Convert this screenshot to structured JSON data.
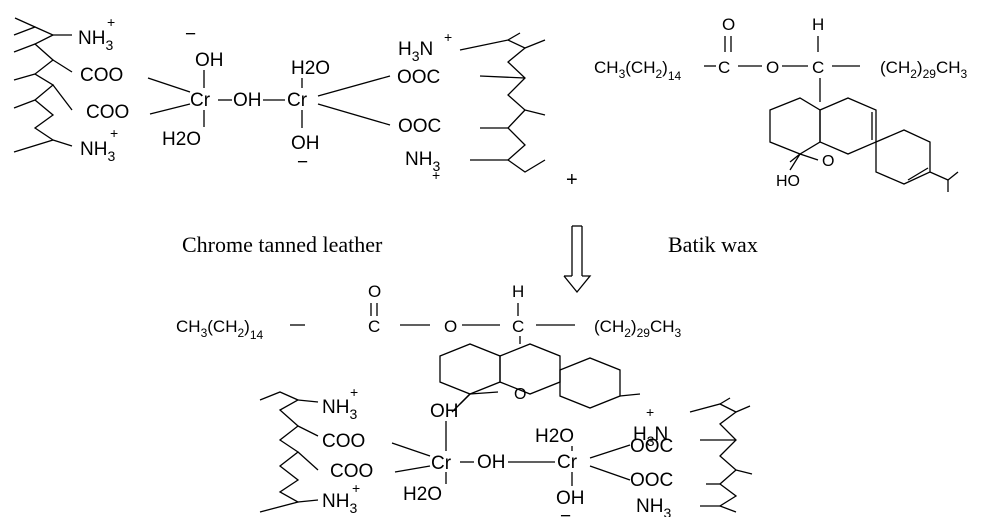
{
  "captions": {
    "leather": "Chrome tanned leather",
    "wax": "Batik wax",
    "plus": "+"
  },
  "labels": {
    "nh3": "NH",
    "sub3": "3",
    "plus_sup": "+",
    "minus": "−",
    "coo": "COO",
    "ooc": "OOC",
    "oh": "OH",
    "cr": "Cr",
    "h2o": "H2O",
    "h3n": "H",
    "n": "N",
    "ho": "HO",
    "o": "O",
    "h": "H",
    "c": "C",
    "ch3ch2": "CH",
    "ch3_sub": "3",
    "paren_ch2": "(CH",
    "sub2": "2",
    "sub14": "14",
    "sub29": "29",
    "close_paren": ")",
    "ch": "CH",
    "h3n_label": "H3N"
  },
  "arrow": {
    "icon": "double-down-arrow"
  }
}
